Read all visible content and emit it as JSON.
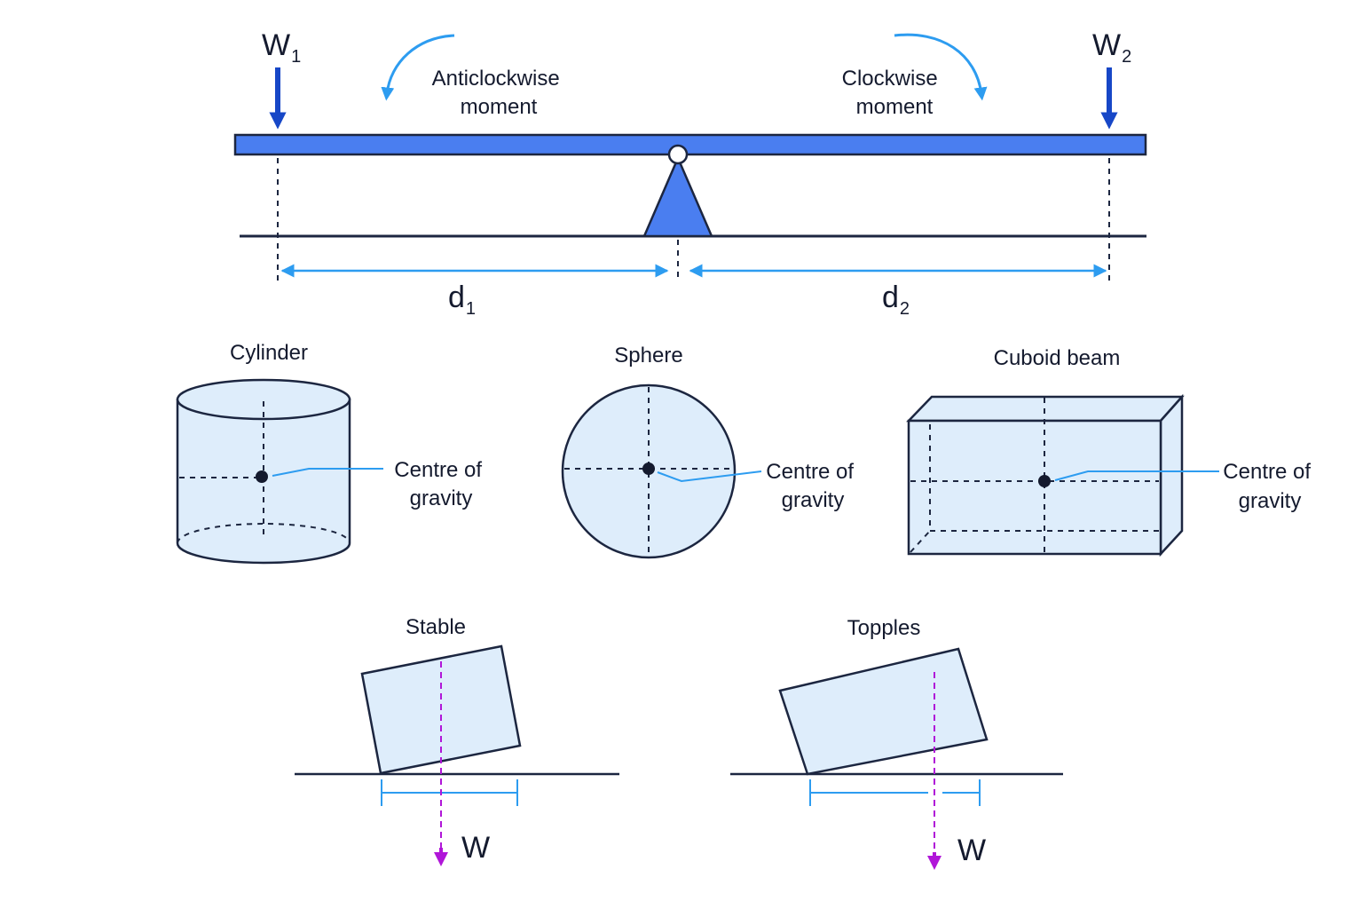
{
  "lever": {
    "w1": {
      "letter": "W",
      "subscript": "1"
    },
    "w2": {
      "letter": "W",
      "subscript": "2"
    },
    "anticlockwise": {
      "line1": "Anticlockwise",
      "line2": "moment"
    },
    "clockwise": {
      "line1": "Clockwise",
      "line2": "moment"
    },
    "d1": {
      "letter": "d",
      "subscript": "1"
    },
    "d2": {
      "letter": "d",
      "subscript": "2"
    }
  },
  "shapes": {
    "cylinder": {
      "title": "Cylinder",
      "cg_line1": "Centre of",
      "cg_line2": "gravity"
    },
    "sphere": {
      "title": "Sphere",
      "cg_line1": "Centre of",
      "cg_line2": "gravity"
    },
    "cuboid": {
      "title": "Cuboid beam",
      "cg_line1": "Centre of",
      "cg_line2": "gravity"
    }
  },
  "stability": {
    "stable": {
      "title": "Stable",
      "weight": "W"
    },
    "topples": {
      "title": "Topples",
      "weight": "W"
    }
  },
  "colors": {
    "beam": "#4a7ef0",
    "force": "#1747c7",
    "moment": "#2d9cf0",
    "fill": "#deedfb",
    "outline": "#1c2640",
    "weight_line": "#b016d8"
  }
}
